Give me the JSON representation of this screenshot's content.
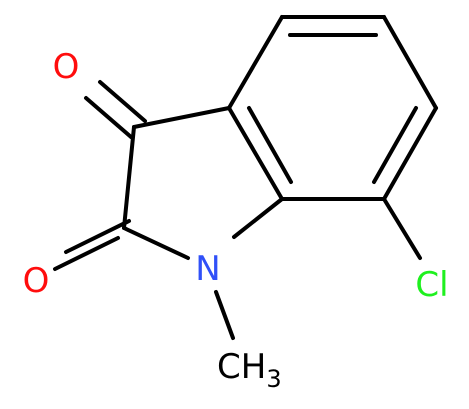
{
  "molecule": {
    "atoms": {
      "o_top": "O",
      "o_left": "O",
      "n": "N",
      "cl": "Cl",
      "ch3_main": "CH",
      "ch3_sub": "3"
    },
    "colors": {
      "bond": "#000000",
      "oxygen": "#ff0d0d",
      "nitrogen": "#3050f8",
      "chlorine": "#1ff01f",
      "carbon": "#000000",
      "background": "#ffffff"
    }
  }
}
